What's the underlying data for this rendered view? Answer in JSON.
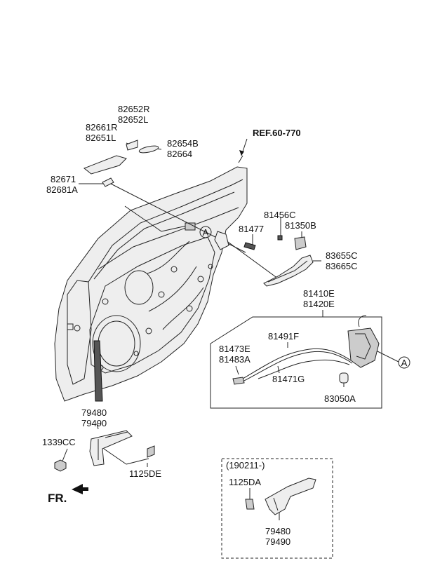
{
  "labels": {
    "p82652": [
      "82652R",
      "82652L"
    ],
    "p82661": [
      "82661R",
      "82651L"
    ],
    "p82654": [
      "82654B",
      "82664"
    ],
    "p82671": [
      "82671",
      "82681A"
    ],
    "ref": "REF.60-770",
    "p81456": "81456C",
    "p81350": "81350B",
    "p81477": "81477",
    "p83655": [
      "83655C",
      "83665C"
    ],
    "p81410": [
      "81410E",
      "81420E"
    ],
    "p81491": "81491F",
    "p81473": [
      "81473E",
      "81483A"
    ],
    "p81471": "81471G",
    "p83050": "83050A",
    "p79480a": [
      "79480",
      "79490"
    ],
    "p1339": "1339CC",
    "p1125de": "1125DE",
    "front": "FR.",
    "date": "(190211-)",
    "p1125da": "1125DA",
    "p79480b": [
      "79480",
      "79490"
    ],
    "marker": "A"
  }
}
